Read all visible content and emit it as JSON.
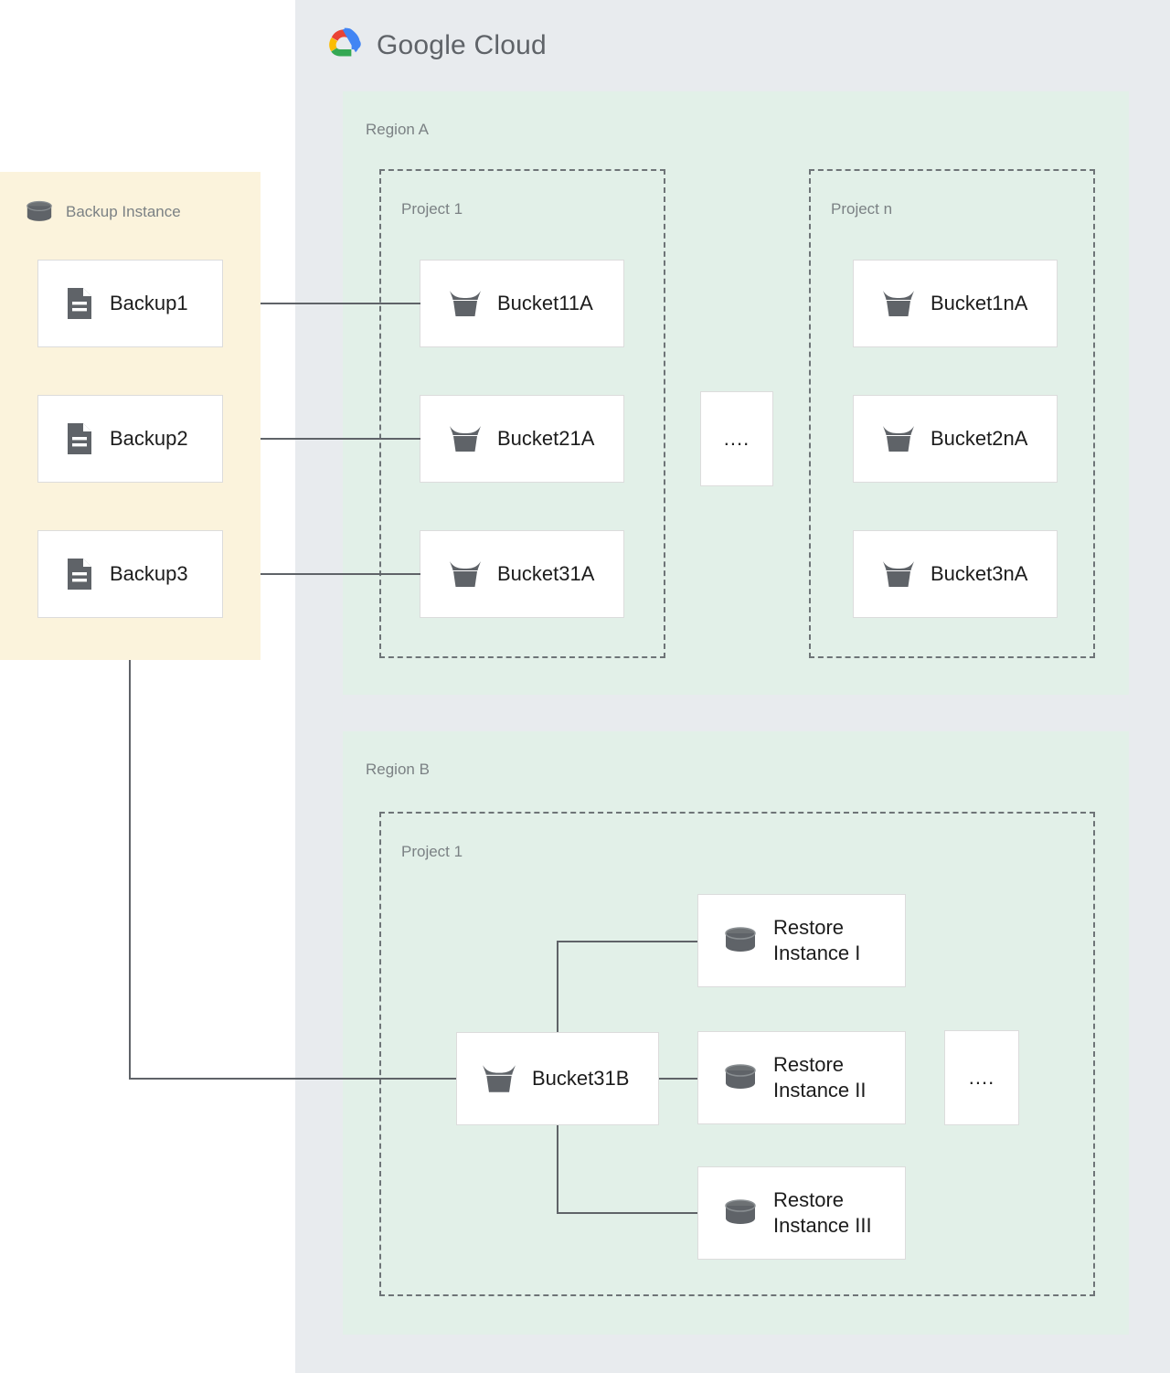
{
  "cloud": {
    "brand_name_bold": "Google",
    "brand_name_light": "Cloud",
    "logo_icon": "google-cloud-logo-icon",
    "panel_color": "#e8ebee"
  },
  "backup_instance": {
    "label": "Backup Instance",
    "icon": "database-cylinder-icon",
    "panel_color": "#fbf3dc",
    "backups": [
      {
        "label": "Backup1",
        "icon": "document-icon"
      },
      {
        "label": "Backup2",
        "icon": "document-icon"
      },
      {
        "label": "Backup3",
        "icon": "document-icon"
      }
    ]
  },
  "regions": [
    {
      "label": "Region A",
      "panel_color": "#e2f0e8",
      "projects": [
        {
          "label": "Project 1",
          "buckets": [
            {
              "label": "Bucket11A",
              "icon": "storage-bucket-icon"
            },
            {
              "label": "Bucket21A",
              "icon": "storage-bucket-icon"
            },
            {
              "label": "Bucket31A",
              "icon": "storage-bucket-icon"
            }
          ]
        },
        {
          "label": "Project n",
          "buckets": [
            {
              "label": "Bucket1nA",
              "icon": "storage-bucket-icon"
            },
            {
              "label": "Bucket2nA",
              "icon": "storage-bucket-icon"
            },
            {
              "label": "Bucket3nA",
              "icon": "storage-bucket-icon"
            }
          ]
        }
      ],
      "ellipsis": "...."
    },
    {
      "label": "Region B",
      "panel_color": "#e2f0e8",
      "projects": [
        {
          "label": "Project 1",
          "buckets": [
            {
              "label": "Bucket31B",
              "icon": "storage-bucket-icon"
            }
          ],
          "restore_instances": [
            {
              "label": "Restore\nInstance I",
              "icon": "database-cylinder-icon"
            },
            {
              "label": "Restore\nInstance II",
              "icon": "database-cylinder-icon"
            },
            {
              "label": "Restore\nInstance III",
              "icon": "database-cylinder-icon"
            }
          ]
        }
      ],
      "ellipsis": "...."
    }
  ],
  "connector_color": "#5f6368"
}
